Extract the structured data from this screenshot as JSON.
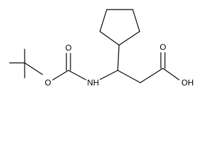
{
  "structure": {
    "atom_labels": {
      "carbonyl_oxygen": "O",
      "ester_oxygen": "O",
      "amine": "NH",
      "hydroxyl": "OH"
    },
    "colors": {
      "bond": "#000000",
      "background": "#ffffff"
    }
  }
}
